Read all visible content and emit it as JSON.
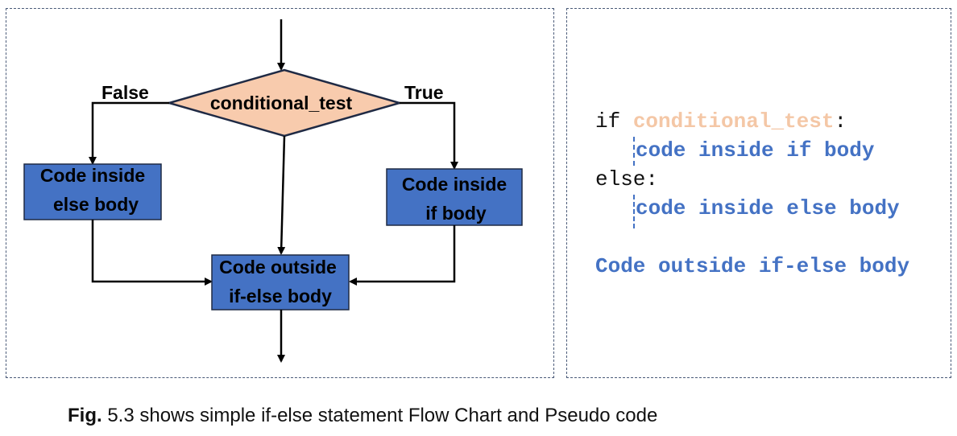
{
  "flowchart": {
    "condition": "conditional_test",
    "false_label": "False",
    "true_label": "True",
    "else_box": [
      "Code inside",
      "else body"
    ],
    "if_box": [
      "Code inside",
      "if body"
    ],
    "outside_box": [
      "Code outside",
      "if-else body"
    ],
    "colors": {
      "diamond_fill": "#f8cbad",
      "box_fill": "#4472c4",
      "stroke": "#000000"
    }
  },
  "pseudocode": {
    "if_keyword": "if ",
    "condition": "conditional_test",
    "colon": ":",
    "if_body": "code inside if body",
    "else_keyword": "else:",
    "else_body": "code inside else body",
    "outside": "Code outside if-else body",
    "colors": {
      "condition": "#f4c7a6",
      "body": "#4472c4"
    }
  },
  "caption": {
    "prefix": "Fig.",
    "text": " 5.3 shows simple if-else statement Flow Chart and Pseudo code"
  }
}
